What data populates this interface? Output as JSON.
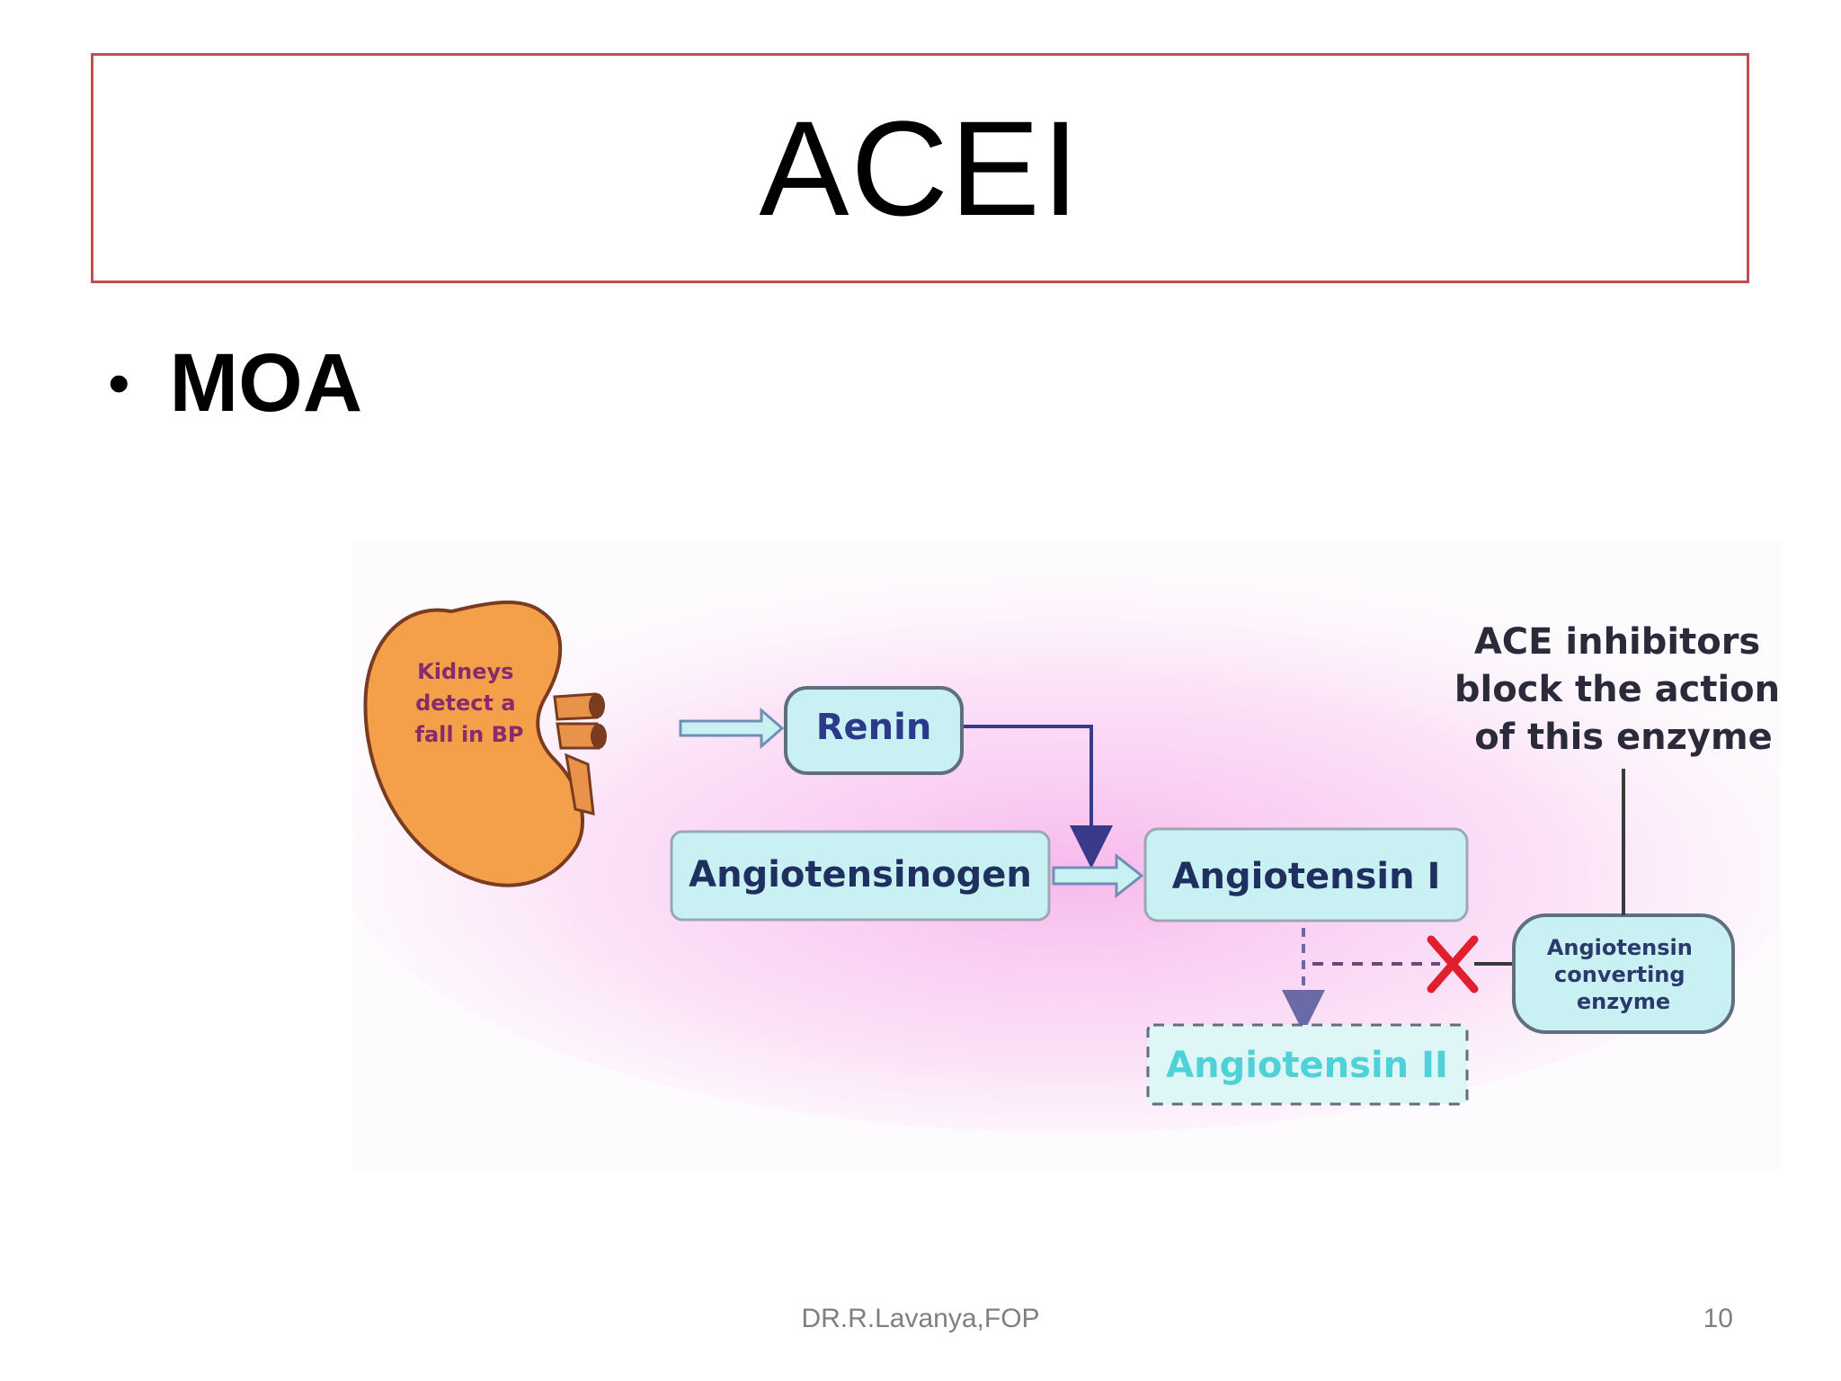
{
  "slide": {
    "title": "ACEI",
    "bullet": "MOA",
    "footer_author": "DR.R.Lavanya,FOP",
    "page_number": "10"
  },
  "diagram": {
    "kidney_label": [
      "Kidneys",
      "detect a",
      "fall in BP"
    ],
    "renin": "Renin",
    "angiotensinogen": "Angiotensinogen",
    "angiotensin_1": "Angiotensin I",
    "angiotensin_2": "Angiotensin II",
    "ace_box": [
      "Angiotensin",
      "converting",
      "enzyme"
    ],
    "ace_note": [
      "ACE inhibitors",
      "block the action",
      "of this enzyme"
    ]
  },
  "colors": {
    "title_border": "#c0504d",
    "kidney": "#f4a04a",
    "box_fill": "#c9f1f3",
    "block_x": "#e0202e",
    "background_glow": "#f7b6ec"
  }
}
